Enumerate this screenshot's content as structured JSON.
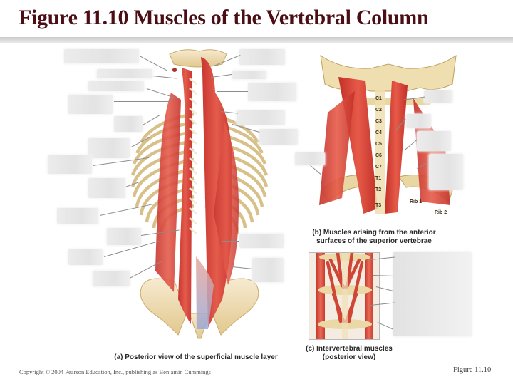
{
  "header": {
    "title": "Figure 11.10  Muscles of the Vertebral Column"
  },
  "panels": {
    "a": {
      "caption": "(a) Posterior view of the superficial muscle layer",
      "label_count": 18
    },
    "b": {
      "caption_line1": "(b) Muscles arising from the anterior",
      "caption_line2": "surfaces of the superior vertebrae",
      "vertebra_labels": [
        "C1",
        "C2",
        "C3",
        "C4",
        "C5",
        "C6",
        "C7",
        "T1",
        "T2",
        "T3"
      ],
      "rib_labels": [
        "Rib 1",
        "Rib 2"
      ],
      "label_count": 6
    },
    "c": {
      "caption_line1": "(c) Intervertebral muscles",
      "caption_line2": "(posterior view)",
      "label_count": 1
    }
  },
  "footer": {
    "copyright": "Copyright © 2004 Pearson Education, Inc., publishing as Benjamin Cummings",
    "figure_ref": "Figure 11.10"
  },
  "colors": {
    "title": "#4a0e14",
    "muscle": "#d9473e",
    "bone": "#f1e2b4",
    "label_box": "#e6e6e6"
  }
}
